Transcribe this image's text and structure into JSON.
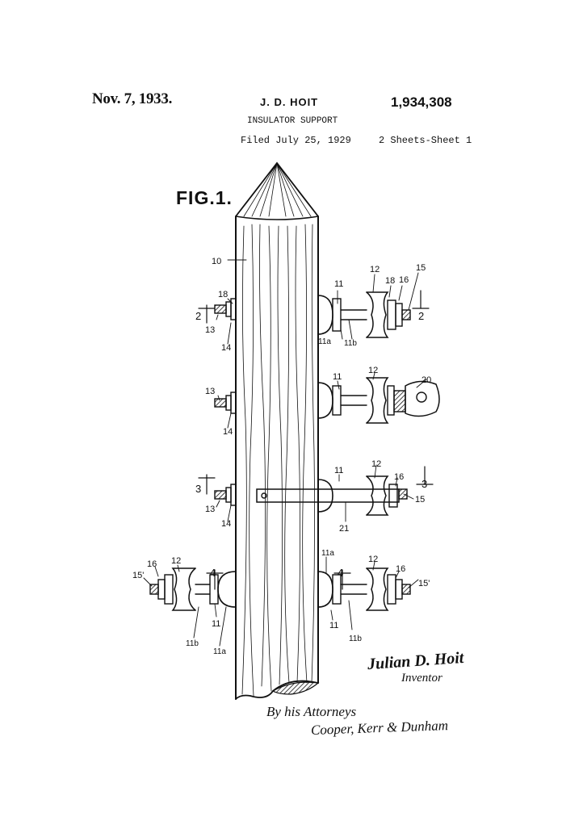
{
  "header": {
    "date": "Nov. 7, 1933.",
    "inventor": "J. D. HOIT",
    "patent_number": "1,934,308",
    "title": "INSULATOR SUPPORT",
    "filed": "Filed July 25, 1929",
    "sheets": "2 Sheets-Sheet 1"
  },
  "figure": {
    "label": "FIG.1.",
    "refs": {
      "r10": "10",
      "r11": "11",
      "r11a": "11a",
      "r11b": "11b",
      "r12": "12",
      "r13": "13",
      "r14": "14",
      "r15": "15",
      "r15p": "15'",
      "r16": "16",
      "r18": "18",
      "r20": "20",
      "r21": "21",
      "s2": "2",
      "s3": "3",
      "s4": "4"
    }
  },
  "signature": {
    "inventor_signature": "Julian D. Hoit",
    "inventor_role": "Inventor",
    "attorneys_label": "By his Attorneys",
    "attorneys_names": "Cooper, Kerr & Dunham"
  },
  "colors": {
    "ink": "#111111",
    "paper": "#ffffff"
  }
}
